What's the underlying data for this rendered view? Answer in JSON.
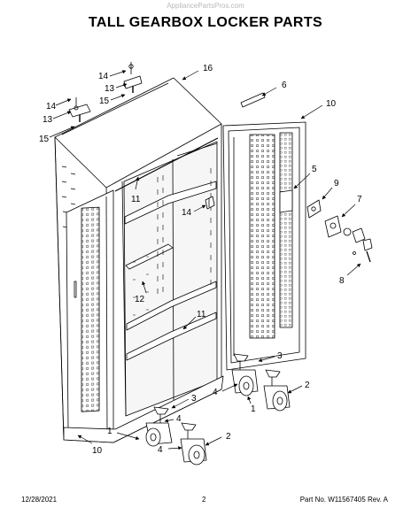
{
  "header": {
    "watermark": "AppliancePartsPros.com",
    "title": "TALL GEARBOX LOCKER PARTS"
  },
  "footer": {
    "date": "12/28/2021",
    "page_number": "2",
    "part_no": "Part No. W11567405 Rev. A"
  },
  "callouts": {
    "p16": "16",
    "p6": "6",
    "p10a": "10",
    "p14a": "14",
    "p13a": "13",
    "p15a": "15",
    "p14b": "14",
    "p13b": "13",
    "p15b": "15",
    "p11a": "11",
    "p14c": "14",
    "p5": "5",
    "p9": "9",
    "p7": "7",
    "p8": "8",
    "p12": "12",
    "p11b": "11",
    "p3a": "3",
    "p2a": "2",
    "p4a": "4",
    "p1a": "1",
    "p3b": "3",
    "p4b": "4",
    "p1b": "1",
    "p4c": "4",
    "p2b": "2",
    "p10b": "10"
  }
}
